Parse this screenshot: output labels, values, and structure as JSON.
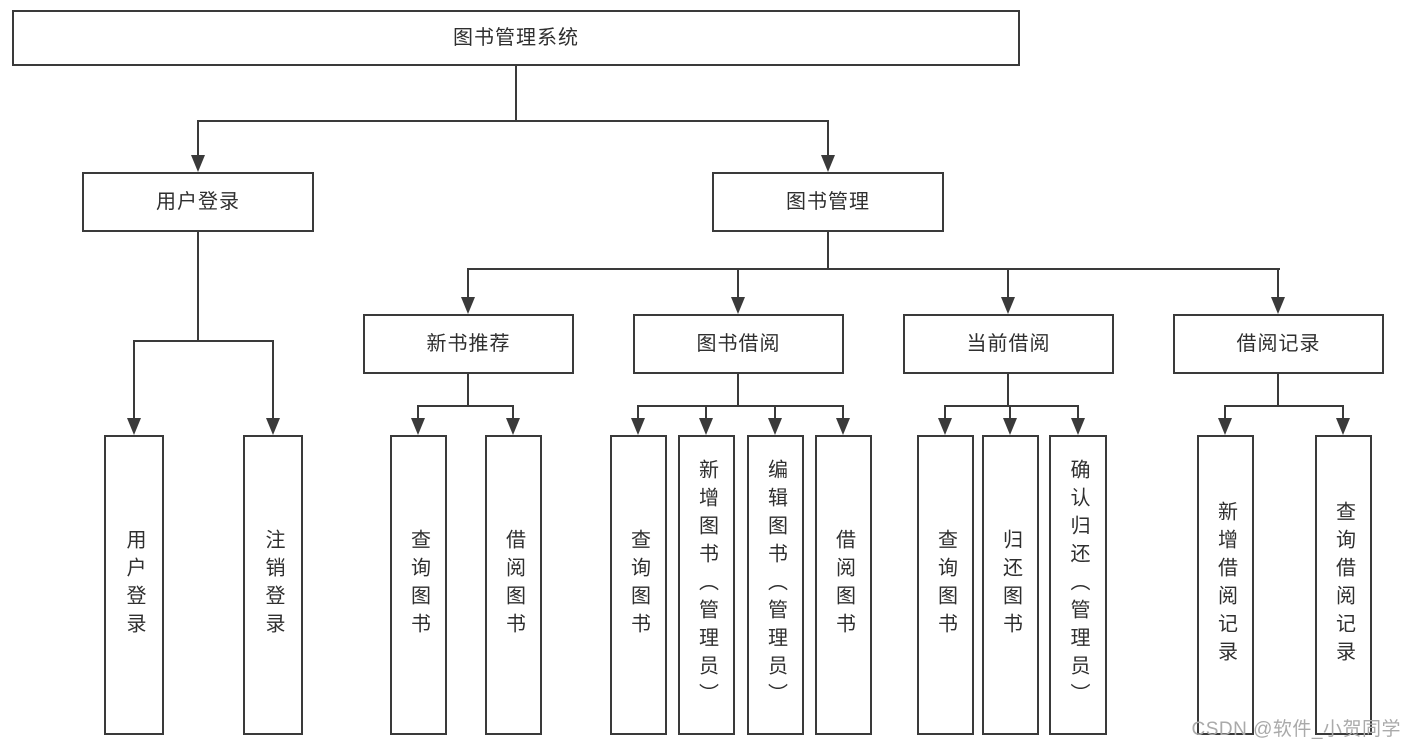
{
  "tree": {
    "label": "图书管理系统",
    "children": [
      {
        "label": "用户登录",
        "children": [
          {
            "label": "用户登录"
          },
          {
            "label": "注销登录"
          }
        ]
      },
      {
        "label": "图书管理",
        "children": [
          {
            "label": "新书推荐",
            "children": [
              {
                "label": "查询图书"
              },
              {
                "label": "借阅图书"
              }
            ]
          },
          {
            "label": "图书借阅",
            "children": [
              {
                "label": "查询图书"
              },
              {
                "label": "新增图书（管理员）"
              },
              {
                "label": "编辑图书（管理员）"
              },
              {
                "label": "借阅图书"
              }
            ]
          },
          {
            "label": "当前借阅",
            "children": [
              {
                "label": "查询图书"
              },
              {
                "label": "归还图书"
              },
              {
                "label": "确认归还（管理员）"
              }
            ]
          },
          {
            "label": "借阅记录",
            "children": [
              {
                "label": "新增借阅记录"
              },
              {
                "label": "查询借阅记录"
              }
            ]
          }
        ]
      }
    ]
  },
  "watermark": "CSDN @软件_小贺同学",
  "colors": {
    "line": "#3a3a3a",
    "box_border": "#3a3a3a",
    "text": "#2f2f2f",
    "background": "#ffffff",
    "watermark": "#aaaaaa"
  }
}
